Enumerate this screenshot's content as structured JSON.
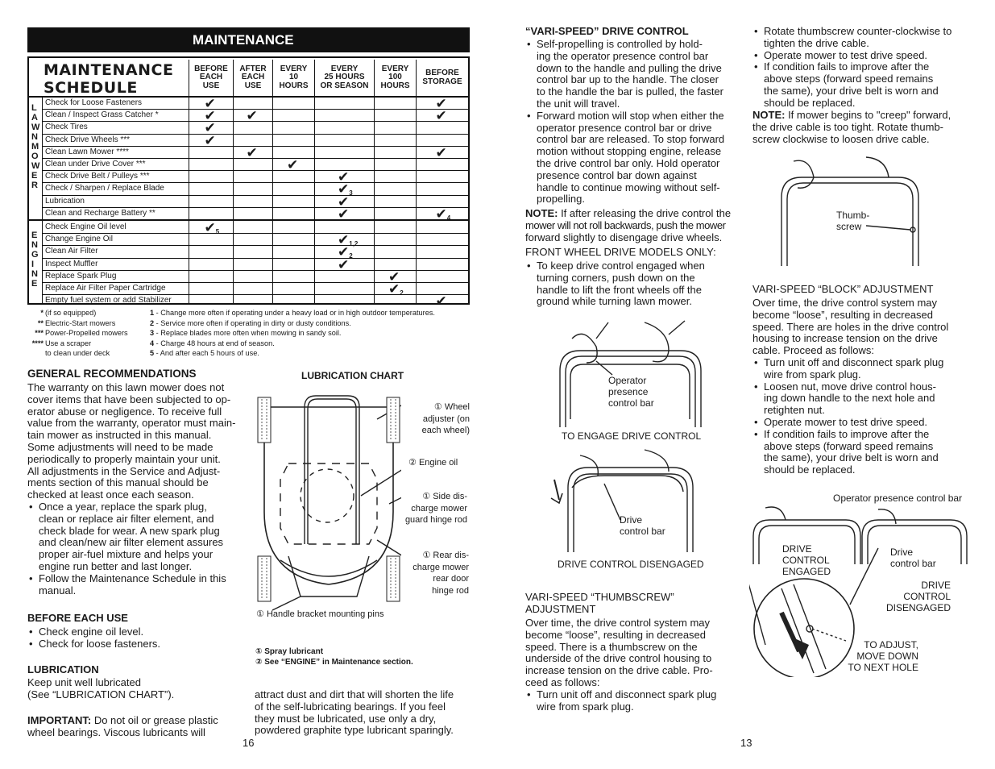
{
  "left_page": {
    "banner": "MAINTENANCE",
    "schedule": {
      "title_line1": "MAINTENANCE",
      "title_line2": "SCHEDULE",
      "columns": [
        {
          "l1": "BEFORE",
          "l2": "EACH",
          "l3": "USE"
        },
        {
          "l1": "AFTER",
          "l2": "EACH",
          "l3": "USE"
        },
        {
          "l1": "EVERY",
          "l2": "10",
          "l3": "HOURS"
        },
        {
          "l1": "EVERY",
          "l2": "25 HOURS",
          "l3": "OR SEASON"
        },
        {
          "l1": "EVERY",
          "l2": "100",
          "l3": "HOURS"
        },
        {
          "l1": "BEFORE",
          "l2": "STORAGE",
          "l3": ""
        }
      ],
      "section_lawn_mower": "LAWNMOWER",
      "section_engine": "ENGINE",
      "check_mark": "✔",
      "rows": [
        {
          "label": "Check for Loose Fasteners",
          "marks": [
            "✔",
            "",
            "",
            "",
            "",
            "✔"
          ],
          "subs": [
            "",
            "",
            "",
            "",
            "",
            ""
          ]
        },
        {
          "label": "Clean / Inspect Grass Catcher *",
          "marks": [
            "✔",
            "✔",
            "",
            "",
            "",
            "✔"
          ],
          "subs": [
            "",
            "",
            "",
            "",
            "",
            ""
          ]
        },
        {
          "label": "Check Tires",
          "marks": [
            "✔",
            "",
            "",
            "",
            "",
            ""
          ],
          "subs": [
            "",
            "",
            "",
            "",
            "",
            ""
          ]
        },
        {
          "label": "Check Drive Wheels ***",
          "marks": [
            "✔",
            "",
            "",
            "",
            "",
            ""
          ],
          "subs": [
            "",
            "",
            "",
            "",
            "",
            ""
          ]
        },
        {
          "label": "Clean Lawn Mower ****",
          "marks": [
            "",
            "✔",
            "",
            "",
            "",
            "✔"
          ],
          "subs": [
            "",
            "",
            "",
            "",
            "",
            ""
          ]
        },
        {
          "label": "Clean under Drive Cover ***",
          "marks": [
            "",
            "",
            "✔",
            "",
            "",
            ""
          ],
          "subs": [
            "",
            "",
            "",
            "",
            "",
            ""
          ]
        },
        {
          "label": "Check Drive Belt / Pulleys ***",
          "marks": [
            "",
            "",
            "",
            "✔",
            "",
            ""
          ],
          "subs": [
            "",
            "",
            "",
            "",
            "",
            ""
          ]
        },
        {
          "label": "Check / Sharpen / Replace Blade",
          "marks": [
            "",
            "",
            "",
            "✔",
            "",
            ""
          ],
          "subs": [
            "",
            "",
            "",
            "3",
            "",
            ""
          ]
        },
        {
          "label": "Lubrication",
          "marks": [
            "",
            "",
            "",
            "✔",
            "",
            ""
          ],
          "subs": [
            "",
            "",
            "",
            "",
            "",
            ""
          ]
        },
        {
          "label": "Clean and Recharge Battery **",
          "marks": [
            "",
            "",
            "",
            "✔",
            "",
            "✔"
          ],
          "subs": [
            "",
            "",
            "",
            "",
            "",
            "4"
          ]
        },
        {
          "label": "Check Engine Oil level",
          "marks": [
            "✔",
            "",
            "",
            "",
            "",
            ""
          ],
          "subs": [
            "5",
            "",
            "",
            "",
            "",
            ""
          ]
        },
        {
          "label": "Change Engine Oil",
          "marks": [
            "",
            "",
            "",
            "✔",
            "",
            ""
          ],
          "subs": [
            "",
            "",
            "",
            "1,2",
            "",
            ""
          ]
        },
        {
          "label": "Clean Air Filter",
          "marks": [
            "",
            "",
            "",
            "✔",
            "",
            ""
          ],
          "subs": [
            "",
            "",
            "",
            "2",
            "",
            ""
          ]
        },
        {
          "label": "Inspect Muffler",
          "marks": [
            "",
            "",
            "",
            "✔",
            "",
            ""
          ],
          "subs": [
            "",
            "",
            "",
            "",
            "",
            ""
          ]
        },
        {
          "label": "Replace Spark Plug",
          "marks": [
            "",
            "",
            "",
            "",
            "✔",
            ""
          ],
          "subs": [
            "",
            "",
            "",
            "",
            "",
            ""
          ]
        },
        {
          "label": "Replace Air Filter Paper Cartridge",
          "marks": [
            "",
            "",
            "",
            "",
            "✔",
            ""
          ],
          "subs": [
            "",
            "",
            "",
            "",
            "2",
            ""
          ]
        },
        {
          "label": "Empty fuel system or add Stabilizer",
          "marks": [
            "",
            "",
            "",
            "",
            "",
            "✔"
          ],
          "subs": [
            "",
            "",
            "",
            "",
            "",
            ""
          ]
        }
      ]
    },
    "star_notes": [
      {
        "stars": "*",
        "text": "(if so equipped)"
      },
      {
        "stars": "**",
        "text": "Electric-Start mowers"
      },
      {
        "stars": "***",
        "text": "Power-Propelled mowers"
      },
      {
        "stars": "****",
        "text": "Use a scraper"
      },
      {
        "stars": "",
        "text": "to clean under deck"
      }
    ],
    "numbered_notes": [
      {
        "num": "1",
        "text": " - Change more often if operating under a heavy load or in high outdoor temperatures."
      },
      {
        "num": "2",
        "text": " - Service more often if operating in dirty or dusty conditions."
      },
      {
        "num": "3",
        "text": " - Replace blades more often when mowing in sandy soil."
      },
      {
        "num": "4",
        "text": " - Charge 48 hours at end of season."
      },
      {
        "num": "5",
        "text": " - And after each 5 hours of use."
      }
    ],
    "general_heading": "GENERAL RECOMMENDATIONS",
    "general_lines": [
      "The warranty on this lawn mower does not",
      "cover items that have been subjected to op-",
      "erator abuse or negligence.  To receive full",
      "value from the warranty, operator must main-",
      "tain mower as instructed in this manual.",
      "Some adjustments will need to be made",
      "periodically to properly maintain your unit.",
      "All adjustments in the Service and Adjust-",
      "ments section of this manual should be",
      "checked at least once each season."
    ],
    "general_bullets": [
      [
        "Once a year, replace the spark plug,",
        "clean or replace air filter element, and",
        "check blade for wear.  A new spark plug",
        "and clean/new air filter element assures",
        "proper air-fuel mixture and helps your",
        "engine run better and last longer."
      ],
      [
        "Follow the Maintenance Schedule in this",
        "manual."
      ]
    ],
    "before_heading": "BEFORE EACH USE",
    "before_bullets": [
      "Check engine oil level.",
      "Check for loose fasteners."
    ],
    "lub_heading": "LUBRICATION",
    "lub_line1": "Keep unit well lubricated",
    "lub_line2": "(See “LUBRICATION CHART”).",
    "important_label": "IMPORTANT:",
    "important_text": "  Do not oil or grease plastic",
    "important_line2": "wheel bearings.  Viscous lubricants will",
    "chart_heading": "LUBRICATION CHART",
    "chart_labels": {
      "wheel_1": "Wheel",
      "wheel_2": "adjuster (on",
      "wheel_3": "each wheel)",
      "engine_oil": "Engine oil",
      "side_1": "Side dis-",
      "side_2": "charge mower",
      "side_3": "guard hinge rod",
      "rear_1": "Rear dis-",
      "rear_2": "charge mower",
      "rear_3": "rear door",
      "rear_4": "hinge rod",
      "handle": "Handle bracket mounting pins",
      "circ1": "①",
      "circ2": "②"
    },
    "legend_1": "Spray lubricant",
    "legend_2": "See “ENGINE” in Maintenance section.",
    "attract_lines": [
      "attract dust and dirt that will shorten the life",
      "of the self-lubricating bearings.  If you feel",
      "they must be lubricated, use only a dry,",
      "powdered graphite type lubricant sparingly."
    ],
    "page_num": "16"
  },
  "right_page": {
    "vari_heading": "“VARI-SPEED” DRIVE CONTROL",
    "vari_bullets": [
      [
        "Self-propelling is controlled by hold-",
        "ing the operator presence control bar",
        "down to the handle and pulling the drive",
        "control bar up to the handle.  The closer",
        "to the handle the bar is pulled, the faster",
        "the unit will travel."
      ],
      [
        "Forward motion will stop when either the",
        "operator presence control bar or drive",
        "control bar are released. To stop forward",
        "motion without stopping engine, release",
        "the drive control bar only. Hold operator",
        "presence control bar down against",
        "handle to continue mowing without self-",
        "propelling."
      ]
    ],
    "note1_label": "NOTE:",
    "note1_text": " If after releasing the drive control the",
    "note1_lines": [
      "mower will not roll backwards, push the mower",
      "forward slightly to disengage drive wheels."
    ],
    "fwd_heading": "FRONT WHEEL DRIVE MODELS ONLY:",
    "fwd_bullet": [
      "To keep drive control engaged when",
      "turning corners, push down on the",
      "handle to lift the front wheels off the",
      "ground while turning lawn mower."
    ],
    "fig_operator_1": "Operator",
    "fig_operator_2": "presence",
    "fig_operator_3": "control bar",
    "fig_engage": "TO ENGAGE DRIVE CONTROL",
    "fig_drive_1": "Drive",
    "fig_drive_2": "control bar",
    "fig_disengaged": "DRIVE CONTROL DISENGAGED",
    "thumb_heading_1": "VARI-SPEED “THUMBSCREW”",
    "thumb_heading_2": "ADJUSTMENT",
    "thumb_lines": [
      "Over time, the drive control system may",
      "become “loose”, resulting in decreased",
      "speed.  There is a thumbscrew on the",
      "underside of the drive control housing to",
      "increase tension on the drive cable.  Pro-",
      "ceed as follows:"
    ],
    "thumb_bullet": [
      "Turn unit off and disconnect spark plug",
      "wire from spark plug."
    ],
    "col2_bullets": [
      [
        "Rotate thumbscrew counter-clockwise to",
        "tighten the drive cable."
      ],
      [
        "Operate mower to test drive speed."
      ],
      [
        "If condition fails to improve after the",
        "above steps (forward speed remains",
        "the same), your drive belt is worn and",
        "should be replaced."
      ]
    ],
    "note2_label": "NOTE:",
    "note2_text": " If mower begins to \"creep\" forward,",
    "note2_lines": [
      "the drive cable is too tight.  Rotate thumb-",
      "screw clockwise to loosen drive cable."
    ],
    "fig_thumb_1": "Thumb-",
    "fig_thumb_2": "screw",
    "block_heading": "VARI-SPEED “BLOCK” ADJUSTMENT",
    "block_lines": [
      "Over time, the drive control system may",
      "become “loose”, resulting in decreased",
      "speed.  There are holes in the drive control",
      "housing to increase tension on the drive",
      "cable.  Proceed as follows:"
    ],
    "block_bullets": [
      [
        "Turn unit off and disconnect spark plug",
        "wire from spark plug."
      ],
      [
        "Loosen nut, move drive control hous-",
        "ing down handle to the next hole and",
        "retighten nut."
      ],
      [
        "Operate mower to test drive speed."
      ],
      [
        "If condition fails to improve after the",
        "above steps (forward speed remains",
        "the same), your drive belt is worn and",
        "should be replaced."
      ]
    ],
    "fig_opc": "Operator presence control bar",
    "fig_dce_1": "DRIVE",
    "fig_dce_2": "CONTROL",
    "fig_dce_3": "ENGAGED",
    "fig_dcb_1": "Drive",
    "fig_dcb_2": "control bar",
    "fig_dcd_1": "DRIVE",
    "fig_dcd_2": "CONTROL",
    "fig_dcd_3": "DISENGAGED",
    "fig_adj_1": "TO ADJUST,",
    "fig_adj_2": "MOVE DOWN",
    "fig_adj_3": "TO NEXT HOLE",
    "page_num": "13"
  }
}
